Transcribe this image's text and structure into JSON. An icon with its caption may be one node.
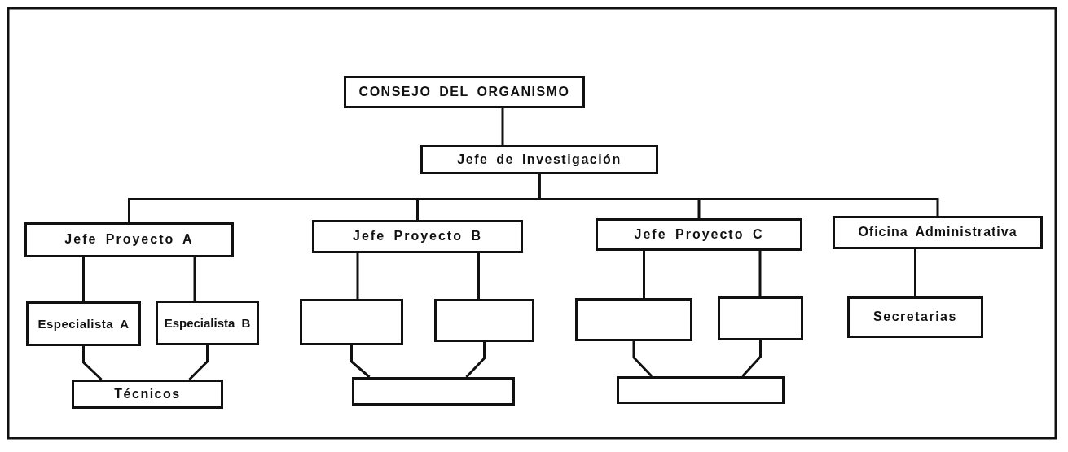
{
  "diagram": {
    "nodes": [
      {
        "text": [
          "CONSEJO DEL ORGANISMO"
        ]
      },
      {
        "text": [
          "Jefe de Investigación"
        ]
      },
      {
        "text": [
          "Jefe Proyecto A"
        ]
      },
      {
        "text": [
          "Jefe Proyecto B"
        ]
      },
      {
        "text": [
          "Jefe Proyecto C"
        ]
      },
      {
        "text": [
          "Oficina Administrativa"
        ]
      },
      {
        "text": [
          "Especialista A"
        ]
      },
      {
        "text": [
          "Especialista B"
        ]
      },
      {
        "text": [],
        "shape": "box"
      },
      {
        "text": [],
        "shape": "box"
      },
      {
        "text": [],
        "shape": "box"
      },
      {
        "text": [],
        "shape": "box"
      },
      {
        "text": [
          "Secretarias"
        ]
      },
      {
        "text": [
          "Técnicos"
        ]
      },
      {
        "text": [],
        "shape": "box"
      },
      {
        "text": [],
        "shape": "box"
      }
    ],
    "edges": [
      {
        "from": 0,
        "to": 1,
        "arrow": "none"
      },
      {
        "from": 1,
        "to": 2,
        "arrow": "none"
      },
      {
        "from": 1,
        "to": 3,
        "arrow": "none"
      },
      {
        "from": 1,
        "to": 4,
        "arrow": "none"
      },
      {
        "from": 1,
        "to": 5,
        "arrow": "none"
      },
      {
        "from": 2,
        "to": 6,
        "arrow": "none"
      },
      {
        "from": 2,
        "to": 7,
        "arrow": "none"
      },
      {
        "from": 3,
        "to": 8,
        "arrow": "none"
      },
      {
        "from": 3,
        "to": 9,
        "arrow": "none"
      },
      {
        "from": 4,
        "to": 10,
        "arrow": "none"
      },
      {
        "from": 4,
        "to": 11,
        "arrow": "none"
      },
      {
        "from": 5,
        "to": 12,
        "arrow": "none"
      },
      {
        "from": 6,
        "to": 13,
        "arrow": "none"
      },
      {
        "from": 7,
        "to": 13,
        "arrow": "none"
      },
      {
        "from": 8,
        "to": 14,
        "arrow": "none"
      },
      {
        "from": 9,
        "to": 14,
        "arrow": "none"
      },
      {
        "from": 10,
        "to": 15,
        "arrow": "none"
      },
      {
        "from": 11,
        "to": 15,
        "arrow": "none"
      }
    ]
  }
}
